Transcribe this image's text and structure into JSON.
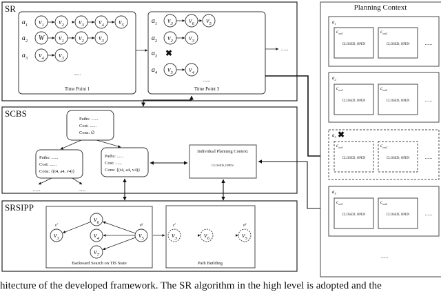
{
  "sr": {
    "label": "SR",
    "time_point_1": {
      "label": "Time Point 1",
      "rows": [
        {
          "agent": "a1",
          "nodes": [
            "v1",
            "v2",
            "v3",
            "v4",
            "v5"
          ]
        },
        {
          "agent": "a2",
          "nodes": [
            "W",
            "v1",
            "v2",
            "v3"
          ]
        },
        {
          "agent": "a3",
          "nodes": [
            "v4",
            "v3"
          ]
        }
      ],
      "ellipsis": "......"
    },
    "time_point_3": {
      "label": "Time Point 3",
      "rows": [
        {
          "agent": "a1",
          "nodes": [
            "v3",
            "v6",
            "v5"
          ]
        },
        {
          "agent": "a2",
          "nodes": [
            "v2",
            "v3"
          ]
        },
        {
          "agent": "a3",
          "nodes": [],
          "removed": true
        },
        {
          "agent": "a4",
          "nodes": [
            "v5",
            "v4"
          ]
        }
      ],
      "ellipsis": "......"
    },
    "next_ellipsis": "......"
  },
  "scbs": {
    "label": "SCBS",
    "root": {
      "paths": "Paths: ......",
      "cost": "Cost: ......",
      "cons": "Cons: ∅"
    },
    "left": {
      "paths": "Paths: ......",
      "cost": "Cost: ......",
      "cons": "Cons: {(t4, a4, v4)}"
    },
    "right": {
      "paths": "Paths: ......",
      "cost": "Cost: ......",
      "cons": "Cons: {(t4, a4, v4)}"
    },
    "child_ellipsis": "......",
    "ipc": {
      "title": "Individual Planning Context",
      "content": "CLOSED, OPEN"
    }
  },
  "srsipp": {
    "label": "SRSIPP",
    "backward": {
      "label": "Backward Search on TIS State",
      "nodes": [
        "v3",
        "v6",
        "v4",
        "v7",
        "v5"
      ],
      "start": "vr",
      "goal": "vg"
    },
    "path_building": {
      "label": "Path Building",
      "nodes": [
        "v3",
        "v6",
        "v5"
      ],
      "start": "vr",
      "goal": "vg"
    }
  },
  "planning_context": {
    "title": "Planning Context",
    "agents": [
      {
        "agent": "a1",
        "removed": false,
        "cons": [
          {
            "name": "con1",
            "content": "CLOSED, OPEN"
          },
          {
            "name": "con2",
            "content": "CLOSED, OPEN"
          }
        ]
      },
      {
        "agent": "a2",
        "removed": false,
        "cons": [
          {
            "name": "con1",
            "content": "CLOSED, OPEN"
          },
          {
            "name": "con2",
            "content": "CLOSED, OPEN"
          }
        ]
      },
      {
        "agent": "a3",
        "removed": true,
        "cons": [
          {
            "name": "con1",
            "content": "CLOSED, OPEN"
          },
          {
            "name": "con2",
            "content": "CLOSED, OPEN"
          }
        ]
      },
      {
        "agent": "a5",
        "removed": false,
        "cons": [
          {
            "name": "con1",
            "content": "CLOSED, OPEN"
          },
          {
            "name": "con2",
            "content": "CLOSED, OPEN"
          }
        ]
      }
    ],
    "ellipsis": "......"
  },
  "caption": "hitecture of the developed framework. The SR algorithm in the high level is adopted and the"
}
